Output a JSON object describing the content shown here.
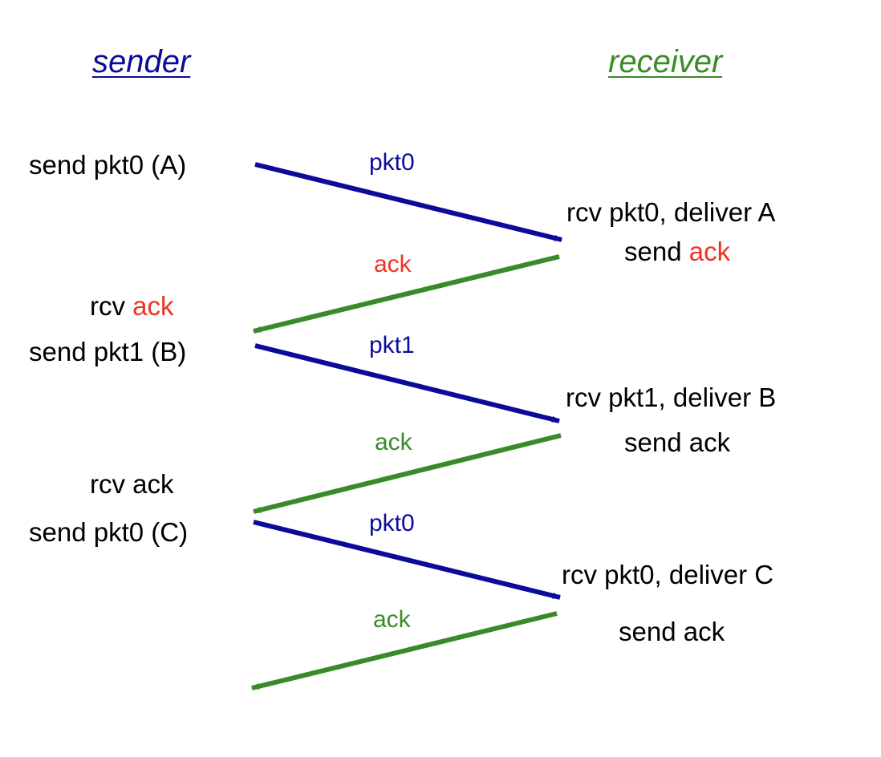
{
  "titles": {
    "sender": "sender",
    "receiver": "receiver"
  },
  "colors": {
    "sender": "#0b0b99",
    "receiver": "#3a8a2a",
    "highlight": "#ee3322",
    "text": "#000000"
  },
  "sender_events": {
    "e1": "send pkt0 (A)",
    "e2_prefix": "rcv ",
    "e2_highlight": "ack",
    "e3": "send pkt1 (B)",
    "e4": "rcv ack",
    "e5": "send pkt0 (C)"
  },
  "receiver_events": {
    "r1": "rcv pkt0, deliver A",
    "r2_prefix": "send ",
    "r2_highlight": "ack",
    "r3": "rcv pkt1, deliver B",
    "r4": "send ack",
    "r5": "rcv pkt0, deliver C",
    "r6": "send ack"
  },
  "messages": {
    "m1": "pkt0",
    "m2": "ack",
    "m3": "pkt1",
    "m4": "ack",
    "m5": "pkt0",
    "m6": "ack"
  }
}
